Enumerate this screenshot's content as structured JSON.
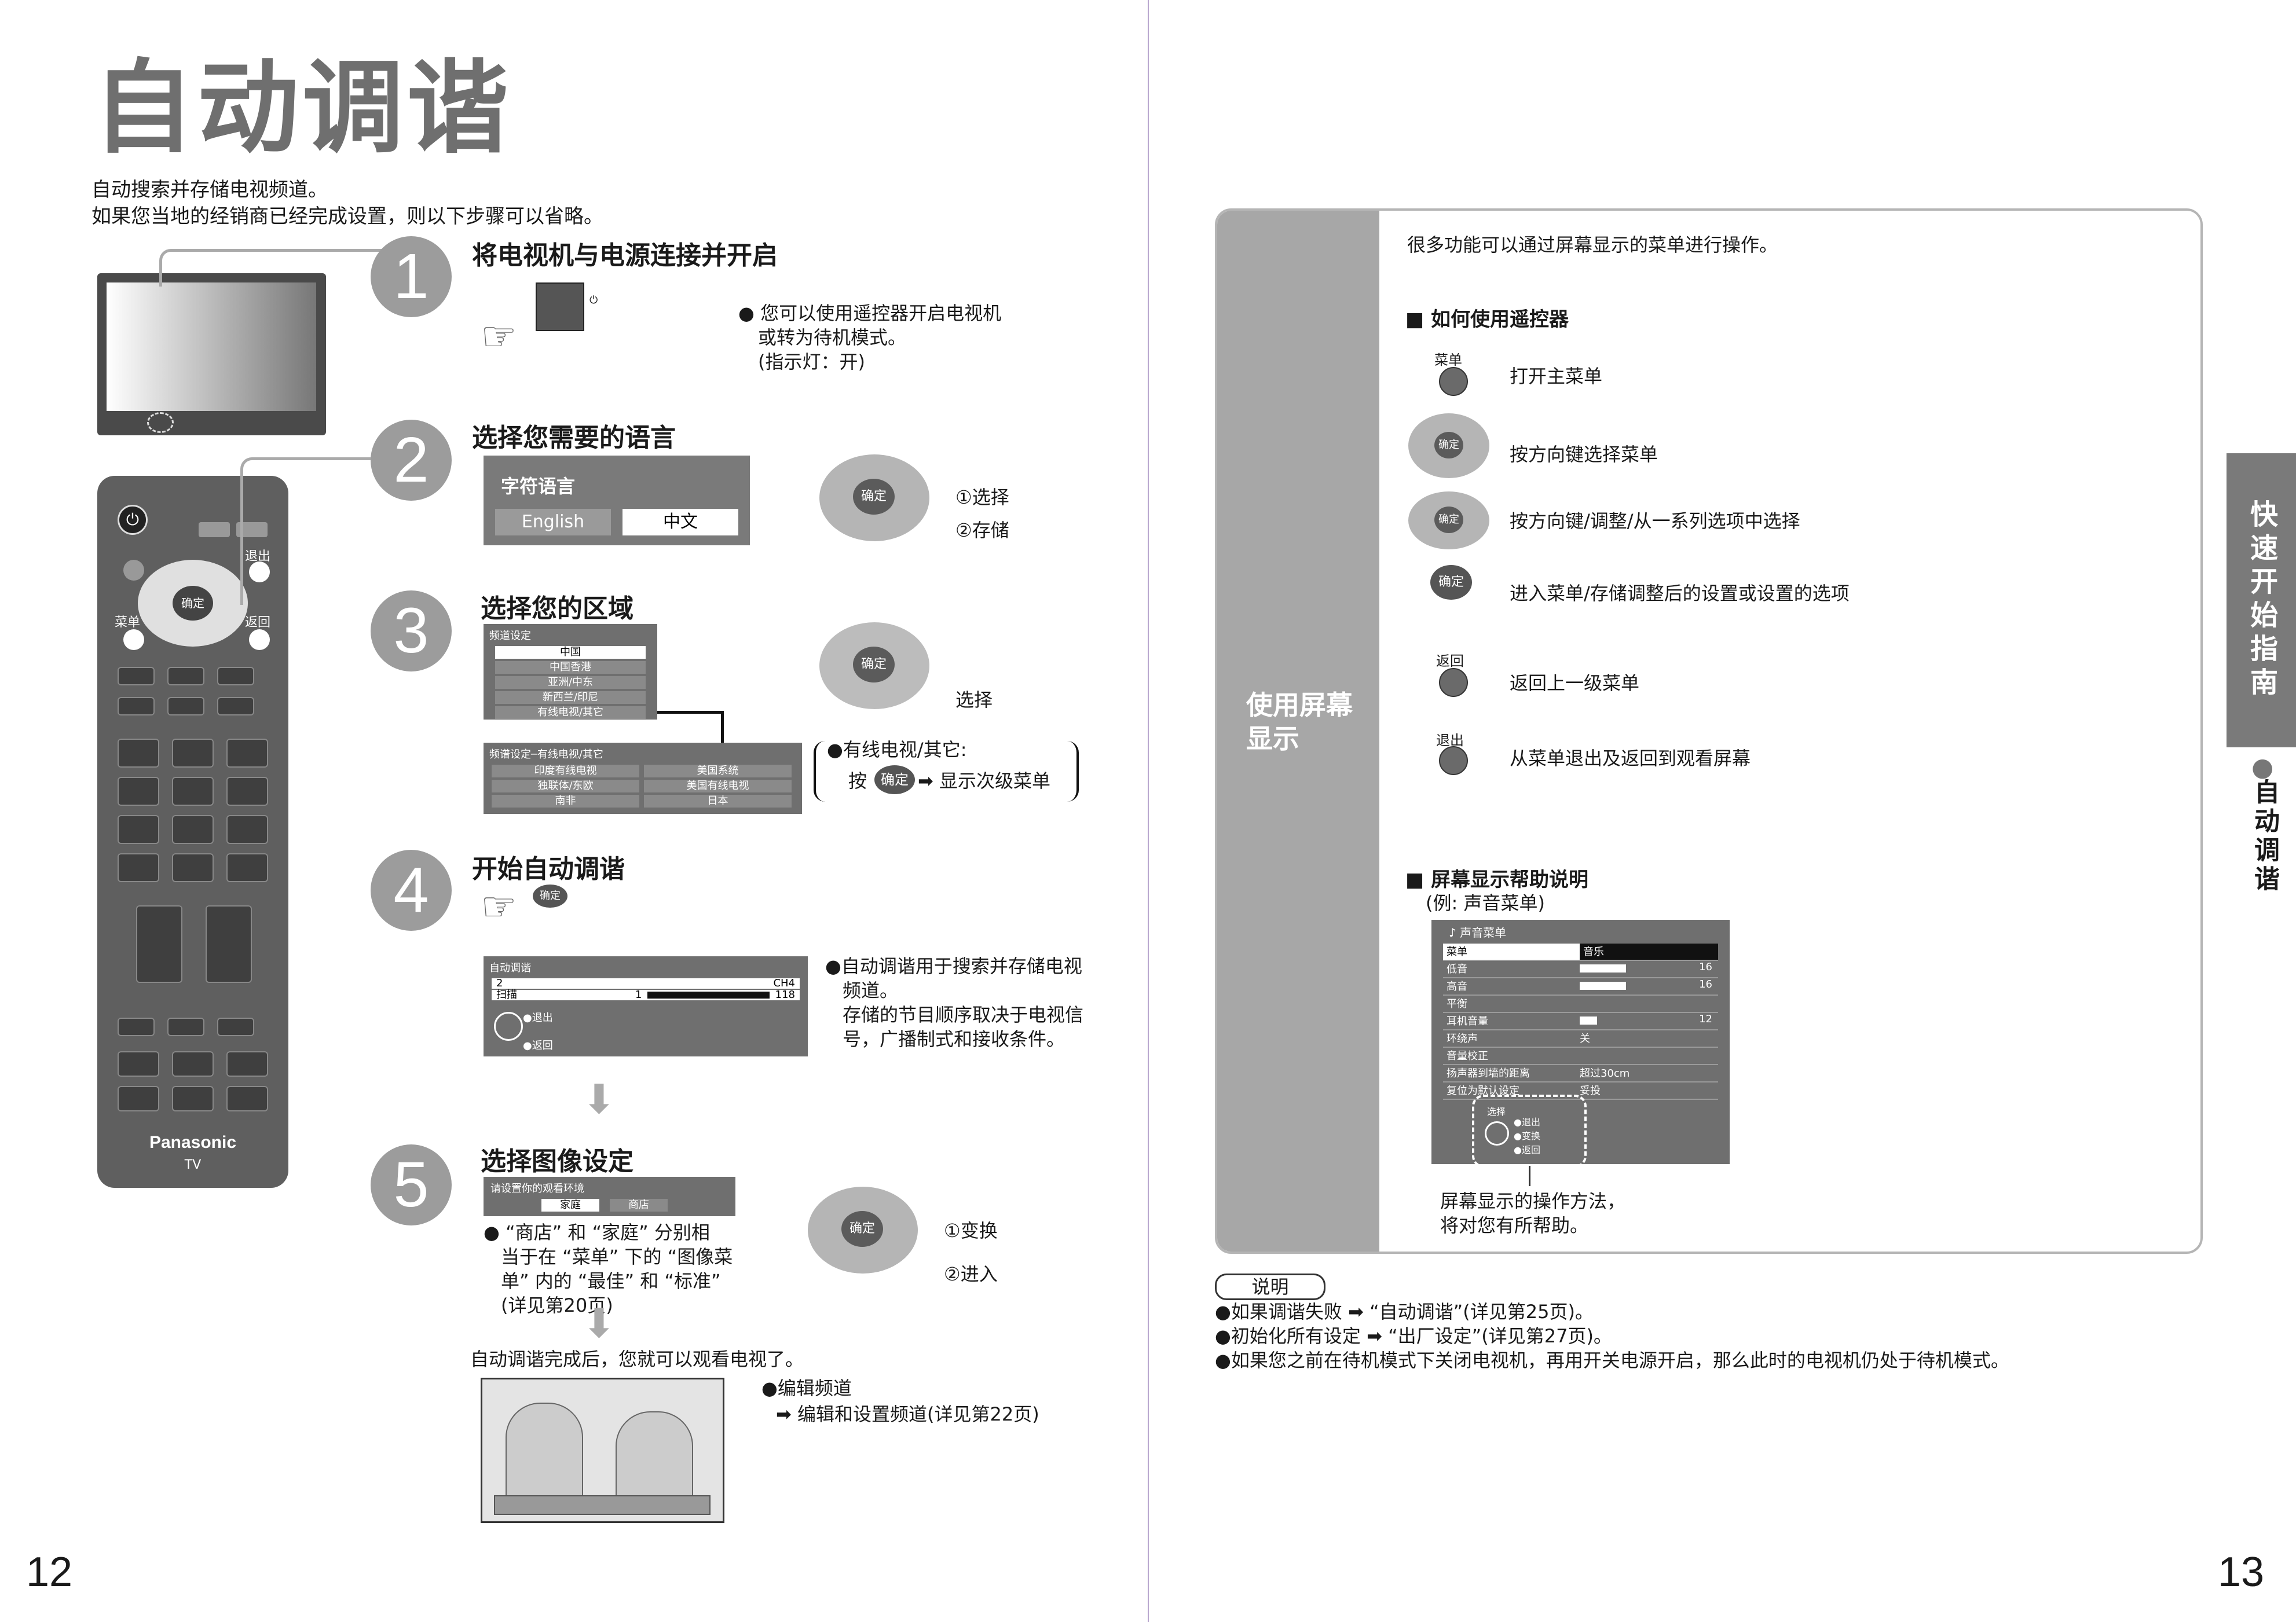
{
  "left_page": {
    "title": "自动调谐",
    "intro_line1": "自动搜索并存储电视频道。",
    "intro_line2": "如果您当地的经销商已经完成设置，则以下步骤可以省略。",
    "step1": {
      "num": "1",
      "title": "将电视机与电源连接并开启",
      "note_line1": "● 您可以使用遥控器开启电视机",
      "note_line2": "或转为待机模式。",
      "note_line3": "(指示灯：开)"
    },
    "step2": {
      "num": "2",
      "title": "选择您需要的语言",
      "menu_title": "字符语言",
      "opt1": "English",
      "opt2": "中文",
      "label1": "①选择",
      "label2": "②存储"
    },
    "step3": {
      "num": "3",
      "title": "选择您的区域",
      "menu_title": "频道设定",
      "items": [
        "中国",
        "中国香港",
        "亚洲/中东",
        "新西兰/印尼",
        "有线电视/其它"
      ],
      "sub_title": "频谱设定─有线电视/其它",
      "sub_items": [
        "印度有线电视",
        "美国系统",
        "独联体/东欧",
        "美国有线电视",
        "南非",
        "日本"
      ],
      "select_label": "选择",
      "note_line1": "●有线电视/其它:",
      "note_press": "按",
      "note_arrow": "➡ 显示次级菜单"
    },
    "step4": {
      "num": "4",
      "title": "开始自动调谐",
      "screen_title": "自动调谐",
      "ch_num": "2",
      "ch_name": "CH4",
      "scan_label": "扫描",
      "scan_from": "1",
      "scan_to": "118",
      "exit_label": "●退出",
      "return_label": "●返回",
      "note_line1": "●自动调谐用于搜索并存储电视",
      "note_line2": "频道。",
      "note_line3": "存储的节目顺序取决于电视信",
      "note_line4": "号，广播制式和接收条件。"
    },
    "arrow_down": "⬇",
    "step5": {
      "num": "5",
      "title": "选择图像设定",
      "screen_title": "请设置你的观看环境",
      "opt1": "家庭",
      "opt2": "商店",
      "label1": "①变换",
      "label2": "②进入",
      "note_line1": "● “商店” 和 “家庭” 分别相",
      "note_line2": "当于在 “菜单” 下的 “图像菜",
      "note_line3": "单” 内的 “最佳” 和 “标准”",
      "note_line4": "(详见第20页)"
    },
    "done_text": "自动调谐完成后，您就可以观看电视了。",
    "edit_line1": "●编辑频道",
    "edit_line2": "➡ 编辑和设置频道(详见第22页)",
    "remote": {
      "brand": "Panasonic",
      "tv": "TV",
      "exit": "退出",
      "menu": "菜单",
      "return": "返回",
      "ok": "确定"
    },
    "page_number": "12"
  },
  "right_page": {
    "left_label_line1": "使用屏幕",
    "left_label_line2": "显示",
    "intro": "很多功能可以通过屏幕显示的菜单进行操作。",
    "section1": "■ 如何使用遥控器",
    "rows": [
      {
        "btn": "菜单",
        "text": "打开主菜单"
      },
      {
        "btn": "确定",
        "text": "按方向键选择菜单"
      },
      {
        "btn": "确定",
        "text": "按方向键/调整/从一系列选项中选择"
      },
      {
        "btn": "确定",
        "text": "进入菜单/存储调整后的设置或设置的选项"
      },
      {
        "btn": "返回",
        "text": "返回上一级菜单"
      },
      {
        "btn": "退出",
        "text": "从菜单退出及返回到观看屏幕"
      }
    ],
    "section2": "■ 屏幕显示帮助说明",
    "example": "(例: 声音菜单)",
    "sound_menu": {
      "title": "♪ 声音菜单",
      "rows": [
        {
          "label": "菜单",
          "value": "音乐"
        },
        {
          "label": "低音",
          "value": "16"
        },
        {
          "label": "高音",
          "value": "16"
        },
        {
          "label": "平衡",
          "value": ""
        },
        {
          "label": "耳机音量",
          "value": "12"
        },
        {
          "label": "环绕声",
          "value": "关"
        },
        {
          "label": "音量校正",
          "value": ""
        },
        {
          "label": "扬声器到墙的距离",
          "value": "超过30cm"
        },
        {
          "label": "复位为默认设定",
          "value": "妥投"
        }
      ],
      "help_select": "选择",
      "help_exit": "●退出",
      "help_change": "●变换",
      "help_return": "●返回"
    },
    "help_caption1": "屏幕显示的操作方法，",
    "help_caption2": "将对您有所帮助。",
    "notes_label": "说明",
    "note1": "●如果调谐失败 ➡ “自动调谐”(详见第25页)。",
    "note2": "●初始化所有设定 ➡ “出厂设定”(详见第27页)。",
    "note3": "●如果您之前在待机模式下关闭电视机，再用开关电源开启，那么此时的电视机仍处于待机模式。",
    "side_tab": "快速开始指南",
    "side_sub_bullet": "●",
    "side_sub": "自动调谐",
    "page_number": "13"
  }
}
